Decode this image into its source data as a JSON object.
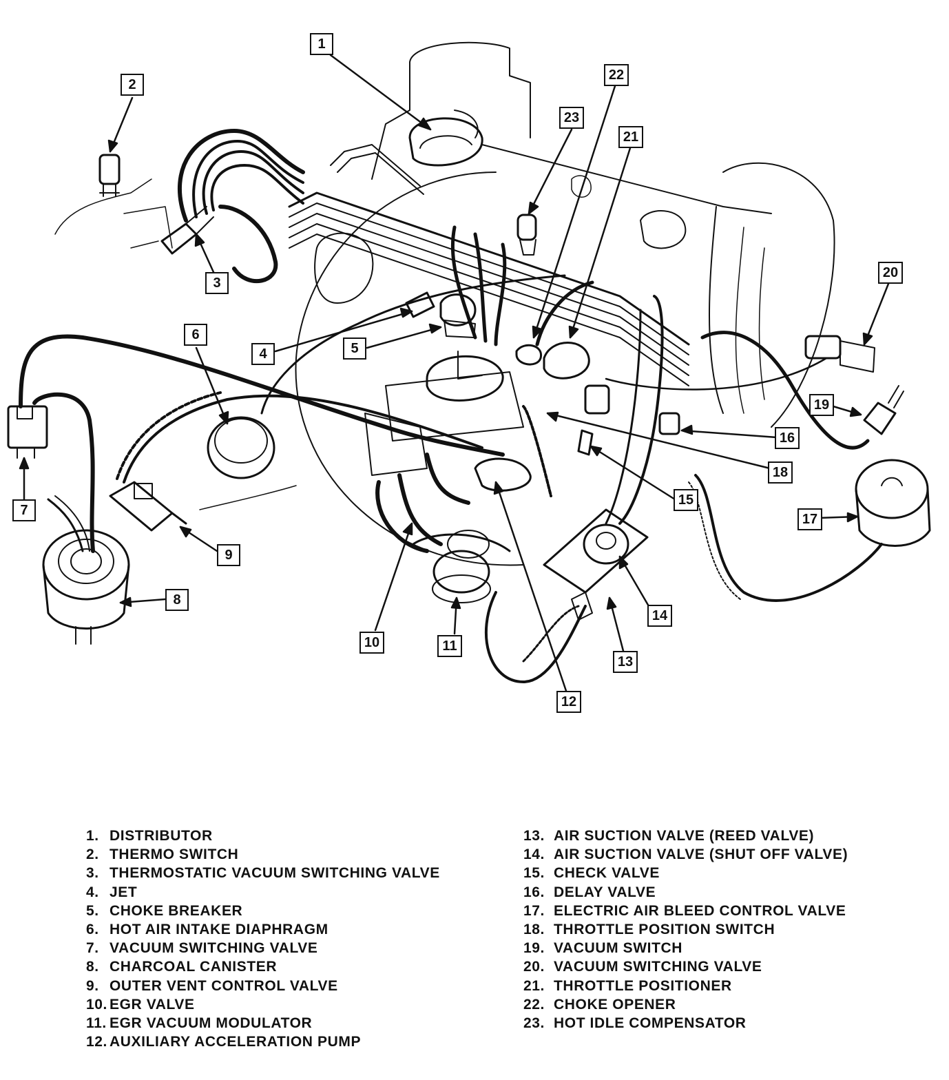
{
  "diagram": {
    "callouts": [
      "1",
      "2",
      "3",
      "4",
      "5",
      "6",
      "7",
      "8",
      "9",
      "10",
      "11",
      "12",
      "13",
      "14",
      "15",
      "16",
      "17",
      "18",
      "19",
      "20",
      "21",
      "22",
      "23"
    ]
  },
  "legend": {
    "left": [
      {
        "num": "1.",
        "label": "DISTRIBUTOR"
      },
      {
        "num": "2.",
        "label": "THERMO SWITCH"
      },
      {
        "num": "3.",
        "label": "THERMOSTATIC VACUUM SWITCHING VALVE"
      },
      {
        "num": "4.",
        "label": "JET"
      },
      {
        "num": "5.",
        "label": "CHOKE BREAKER"
      },
      {
        "num": "6.",
        "label": "HOT AIR INTAKE DIAPHRAGM"
      },
      {
        "num": "7.",
        "label": "VACUUM SWITCHING VALVE"
      },
      {
        "num": "8.",
        "label": "CHARCOAL CANISTER"
      },
      {
        "num": "9.",
        "label": "OUTER VENT CONTROL VALVE"
      },
      {
        "num": "10.",
        "label": "EGR VALVE"
      },
      {
        "num": "11.",
        "label": "EGR VACUUM MODULATOR"
      },
      {
        "num": "12.",
        "label": "AUXILIARY ACCELERATION PUMP"
      }
    ],
    "right": [
      {
        "num": "13.",
        "label": "AIR SUCTION VALVE (REED VALVE)"
      },
      {
        "num": "14.",
        "label": "AIR SUCTION VALVE (SHUT OFF VALVE)"
      },
      {
        "num": "15.",
        "label": "CHECK VALVE"
      },
      {
        "num": "16.",
        "label": "DELAY VALVE"
      },
      {
        "num": "17.",
        "label": "ELECTRIC AIR BLEED CONTROL VALVE"
      },
      {
        "num": "18.",
        "label": "THROTTLE POSITION SWITCH"
      },
      {
        "num": "19.",
        "label": "VACUUM SWITCH"
      },
      {
        "num": "20.",
        "label": "VACUUM SWITCHING VALVE"
      },
      {
        "num": "21.",
        "label": "THROTTLE POSITIONER"
      },
      {
        "num": "22.",
        "label": "CHOKE OPENER"
      },
      {
        "num": "23.",
        "label": "HOT IDLE COMPENSATOR"
      }
    ]
  }
}
